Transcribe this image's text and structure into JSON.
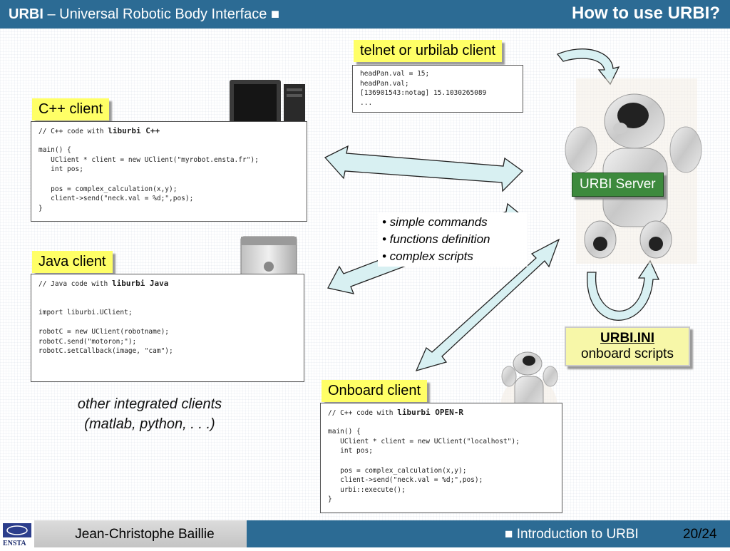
{
  "header": {
    "brand": "URBI",
    "subtitle": " – Universal Robotic Body Interface ■",
    "title": "How to use URBI?"
  },
  "labels": {
    "telnet": "telnet or urbilab client",
    "cpp": "C++ client",
    "java": "Java client",
    "onboard": "Onboard client",
    "server": "URBI Server"
  },
  "ini": {
    "line1": "URBI.INI",
    "line2": "onboard scripts"
  },
  "telnet_code": [
    "headPan.val = 15;",
    "headPan.val;",
    "[136901543:notag] 15.1030265089",
    "..."
  ],
  "cpp_code": {
    "comment": "// C++ code with ",
    "lib": "liburbi C++",
    "lines": [
      "",
      "main() {",
      "   UClient * client = new UClient(\"myrobot.ensta.fr\");",
      "   int pos;",
      "",
      "   pos = complex_calculation(x,y);",
      "   client->send(\"neck.val = %d;\",pos);",
      "}"
    ]
  },
  "java_code": {
    "comment": "// Java code with ",
    "lib": "liburbi Java",
    "lines": [
      "",
      "",
      "import liburbi.UClient;",
      "",
      "robotC = new UClient(robotname);",
      "robotC.send(\"motoron;\");",
      "robotC.setCallback(image, \"cam\");"
    ]
  },
  "onboard_code": {
    "comment": "// C++ code with ",
    "lib": "liburbi OPEN-R",
    "lines": [
      "",
      "main() {",
      "   UClient * client = new UClient(\"localhost\");",
      "   int pos;",
      "",
      "   pos = complex_calculation(x,y);",
      "   client->send(\"neck.val = %d;\",pos);",
      "   urbi::execute();",
      "}"
    ]
  },
  "bullets": [
    "• simple commands",
    "• functions definition",
    "• complex scripts"
  ],
  "other_clients": {
    "line1": "other integrated clients",
    "line2": "(matlab, python, . . .)"
  },
  "footer": {
    "author": "Jean-Christophe Baillie",
    "section": "■ Introduction to URBI",
    "page": "20/24",
    "logo_text": "ENSTA"
  },
  "colors": {
    "header": "#2c6b94",
    "label_yellow": "#ffff66",
    "server_green": "#3d8a3d",
    "arrow_fill": "#d8f0f2"
  },
  "icons": [
    "desktop-computer-icon",
    "powermac-tower-icon",
    "robot-dog-aibo-icon",
    "small-robot-dog-icon",
    "ensta-logo-icon"
  ]
}
